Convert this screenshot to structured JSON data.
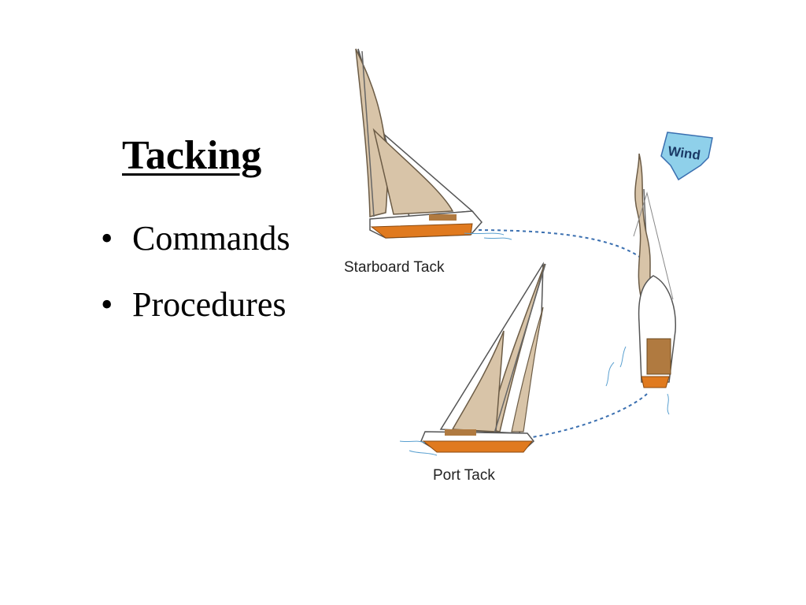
{
  "slide": {
    "title": "Tacking",
    "bullets": [
      "Commands",
      "Procedures"
    ]
  },
  "diagram": {
    "labels": {
      "starboard_tack": "Starboard Tack",
      "port_tack": "Port Tack",
      "wind": "Wind"
    },
    "colors": {
      "sail": "#d8c4a8",
      "hull_stripe": "#e07a1f",
      "wind_arrow": "#8fd0ea",
      "path": "#3a6fb0"
    }
  }
}
